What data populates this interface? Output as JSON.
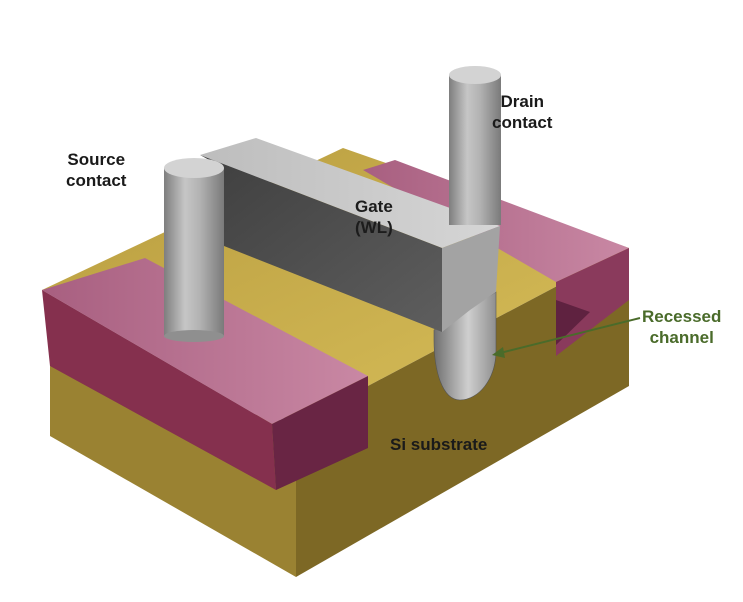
{
  "labels": {
    "source": [
      "Source",
      "contact"
    ],
    "drain": [
      "Drain",
      "contact"
    ],
    "gate": [
      "Gate",
      "(WL)"
    ],
    "recessed": [
      "Recessed",
      "channel"
    ],
    "substrate": "Si substrate"
  },
  "colors": {
    "substrate_top": "#c9b24e",
    "substrate_front": "#9c8432",
    "substrate_side": "#7f6a26",
    "stack_top": "#b8708e",
    "stack_front": "#86304f",
    "stack_side": "#642340",
    "gate_top": "#c4c4c4",
    "gate_front": "#575757",
    "contact": "#a9a9a9",
    "annotation": "#4a6b2a"
  }
}
